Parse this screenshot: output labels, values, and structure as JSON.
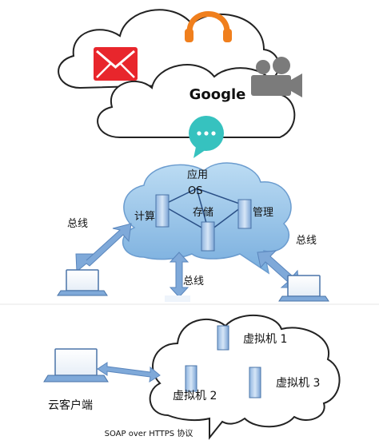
{
  "top_cloud": {
    "brand": "Google"
  },
  "cloud_core": {
    "apps_label": "应用",
    "os_label": "OS",
    "compute_label": "计算",
    "storage_label": "存储",
    "manage_label": "管理"
  },
  "buses": {
    "left": "总线",
    "center": "总线",
    "right": "总线"
  },
  "virtual_cloud": {
    "vm1": "虚拟机 1",
    "vm2": "虚拟机 2",
    "vm3": "虚拟机 3"
  },
  "client": {
    "label": "云客户端"
  },
  "protocol_caption": "SOAP over HTTPS 协议",
  "colors": {
    "blue_arrow": "#7fa9d9",
    "cloud_blue": "#a8cce9",
    "mail_red": "#e8262c",
    "headphone_orange": "#f07f1d",
    "chat_teal": "#36c2bf",
    "camera_gray": "#7b7b7b"
  }
}
